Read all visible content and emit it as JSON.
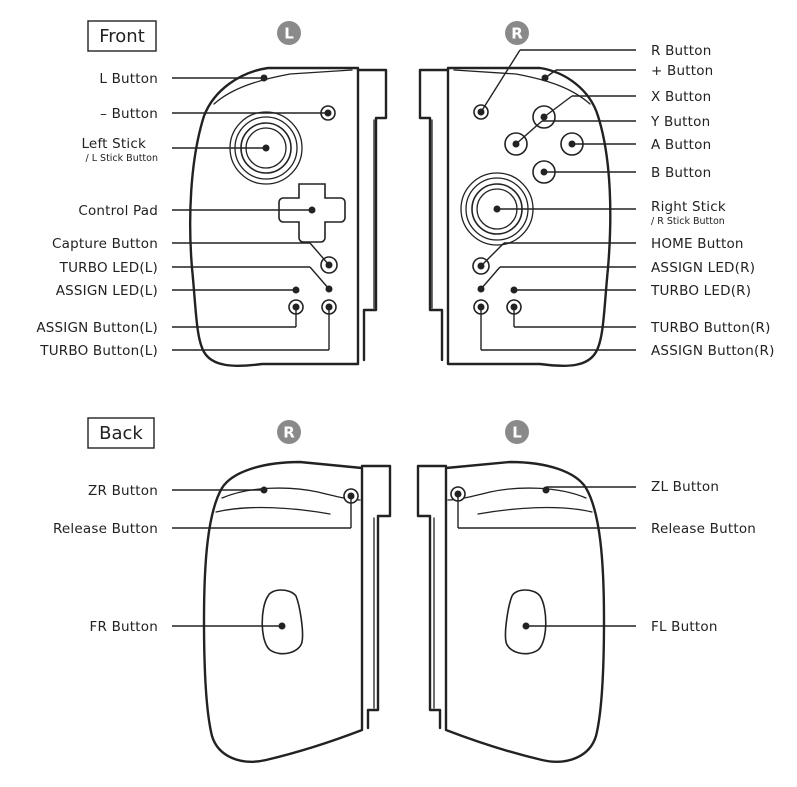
{
  "sections": {
    "front": {
      "title": "Front",
      "badge_left": "L",
      "badge_right": "R"
    },
    "back": {
      "title": "Back",
      "badge_left": "R",
      "badge_right": "L"
    }
  },
  "front_left_labels": {
    "l_button": "L Button",
    "minus_button": "– Button",
    "left_stick": "Left Stick",
    "left_stick_sub": "/ L Stick Button",
    "control_pad": "Control Pad",
    "capture_button": "Capture Button",
    "turbo_led_l": "TURBO LED(L)",
    "assign_led_l": "ASSIGN LED(L)",
    "assign_button_l": "ASSIGN Button(L)",
    "turbo_button_l": "TURBO Button(L)"
  },
  "front_right_labels": {
    "r_button": "R Button",
    "plus_button": "+ Button",
    "x_button": "X Button",
    "y_button": "Y Button",
    "a_button": "A Button",
    "b_button": "B Button",
    "right_stick": "Right Stick",
    "right_stick_sub": "/ R Stick Button",
    "home_button": "HOME Button",
    "assign_led_r": "ASSIGN LED(R)",
    "turbo_led_r": "TURBO LED(R)",
    "turbo_button_r": "TURBO Button(R)",
    "assign_button_r": "ASSIGN Button(R)"
  },
  "back_left_labels": {
    "zr_button": "ZR Button",
    "release_button": "Release Button",
    "fr_button": "FR Button"
  },
  "back_right_labels": {
    "zl_button": "ZL Button",
    "release_button": "Release Button",
    "fl_button": "FL Button"
  },
  "colors": {
    "ink": "#222222",
    "badge": "#8a8a8a",
    "background": "#ffffff"
  }
}
